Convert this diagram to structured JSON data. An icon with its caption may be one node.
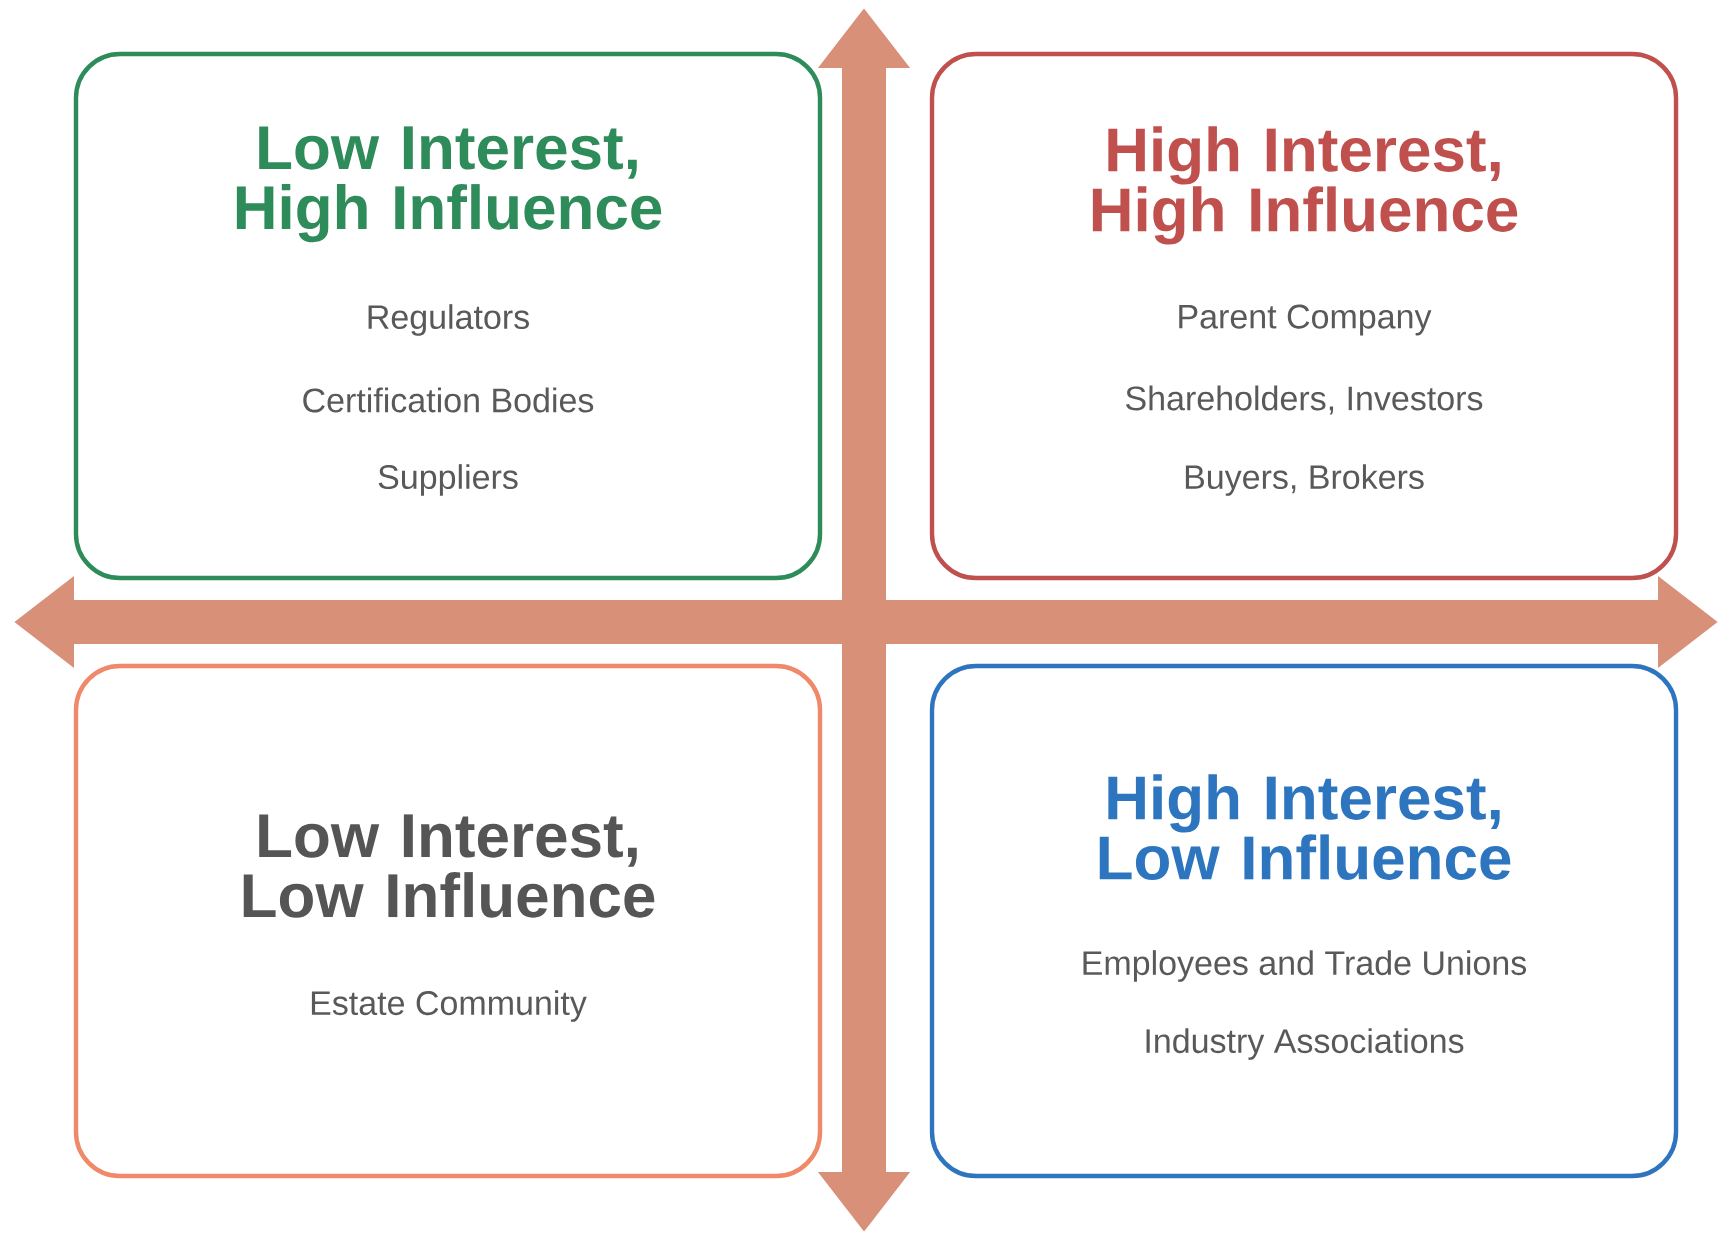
{
  "diagram": {
    "nodes": [
      {
        "text": [
          "Low Interest, High Influence",
          "Regulators",
          "Certification Bodies",
          "Suppliers"
        ]
      },
      {
        "text": [
          "High Interest, High Influence",
          "Parent Company",
          "Shareholders, Investors",
          "Buyers, Brokers"
        ]
      },
      {
        "text": [
          "Low Interest, Low Influence",
          "Estate Community"
        ]
      },
      {
        "text": [
          "High Interest, Low Influence",
          "Employees and Trade Unions",
          "Industry Associations"
        ]
      }
    ]
  }
}
